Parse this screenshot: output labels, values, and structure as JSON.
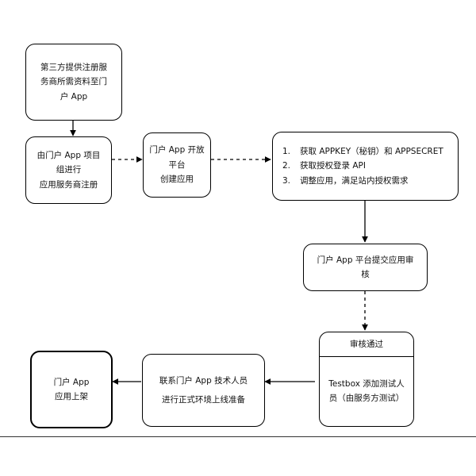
{
  "nodes": {
    "third_party": {
      "lines": [
        "第三方提供注册服",
        "务商所需资料至门",
        "户 App"
      ]
    },
    "register": {
      "lines": [
        "由门户 App 项目",
        "组进行",
        "应用服务商注册"
      ]
    },
    "create_app": {
      "lines": [
        "门户 App 开放",
        "平台",
        "创建应用"
      ]
    },
    "steps": {
      "items": [
        {
          "num": "1.",
          "text": "获取 APPKEY（秘钥）和 APPSECRET"
        },
        {
          "num": "2.",
          "text": "获取授权登录 API"
        },
        {
          "num": "3.",
          "text": "调整应用，满足站内授权需求"
        }
      ]
    },
    "submit_review": {
      "lines": [
        "门户 App 平台提交应用审",
        "核"
      ]
    },
    "review_passed": {
      "top": "审核通过",
      "bottom": [
        "Testbox 添加测试人",
        "员（由服务方测试）"
      ]
    },
    "contact_tech": {
      "lines": [
        "联系门户 App 技术人员",
        "进行正式环境上线准备"
      ]
    },
    "launch": {
      "lines": [
        "门户 App",
        "应用上架"
      ]
    }
  }
}
